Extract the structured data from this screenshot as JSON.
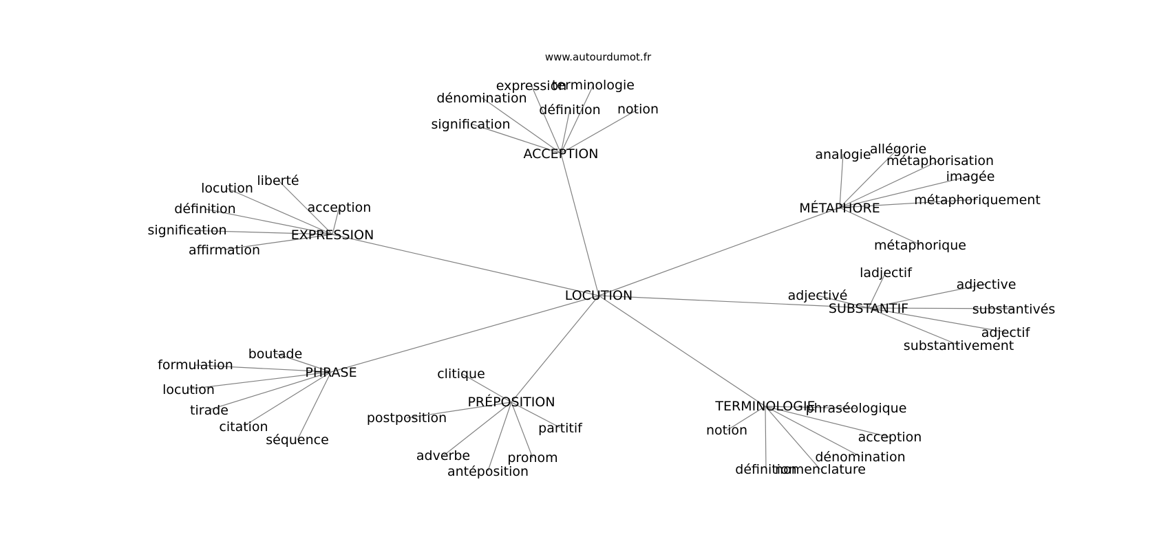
{
  "source": "www.autourdumot.fr",
  "style": {
    "edge_color": "#808080",
    "text_color": "#000000",
    "background": "#ffffff"
  },
  "center": "LOCUTION",
  "clusters": [
    {
      "id": "acception",
      "label": "ACCEPTION",
      "children": [
        "expression",
        "terminologie",
        "dénomination",
        "définition",
        "notion",
        "signification"
      ]
    },
    {
      "id": "metaphore",
      "label": "MÉTAPHORE",
      "children": [
        "analogie",
        "allégorie",
        "métaphorisation",
        "imagée",
        "métaphoriquement",
        "métaphorique"
      ]
    },
    {
      "id": "expression",
      "label": "EXPRESSION",
      "children": [
        "liberté",
        "locution",
        "acception",
        "définition",
        "signification",
        "affirmation"
      ]
    },
    {
      "id": "substantif",
      "label": "SUBSTANTIF",
      "children": [
        "ladjectif",
        "adjectivé",
        "adjective",
        "substantivés",
        "adjectif",
        "substantivement"
      ]
    },
    {
      "id": "phrase",
      "label": "PHRASE",
      "children": [
        "boutade",
        "formulation",
        "locution",
        "tirade",
        "citation",
        "séquence"
      ]
    },
    {
      "id": "preposition",
      "label": "PRÉPOSITION",
      "children": [
        "clitique",
        "postposition",
        "partitif",
        "adverbe",
        "pronom",
        "antéposition"
      ]
    },
    {
      "id": "terminologie",
      "label": "TERMINOLOGIE",
      "children": [
        "phraséologique",
        "notion",
        "acception",
        "dénomination",
        "définition",
        "nomenclature"
      ]
    }
  ]
}
